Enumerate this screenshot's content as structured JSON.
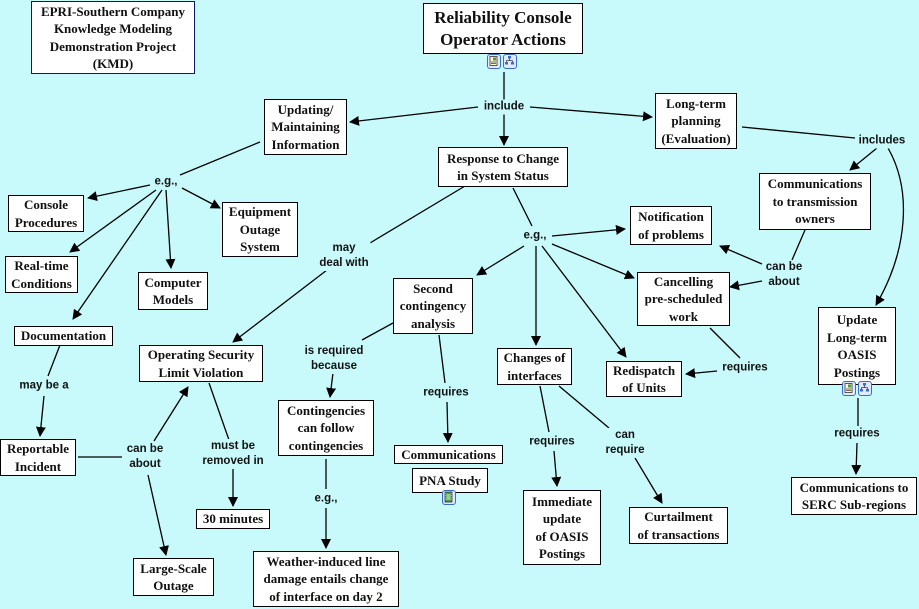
{
  "diagram": {
    "title": "Reliability Console Operator Actions",
    "colors": {
      "background": "#c8fafc",
      "node_fill": "#ffffff",
      "node_border": "#000000",
      "header_border": "#0a1a6e",
      "icon_border": "#3a6cc8"
    },
    "nodes": {
      "kmd": "EPRI-Southern Company\nKnowledge Modeling\nDemonstration Project\n(KMD)",
      "root": "Reliability Console\nOperator Actions",
      "updating": "Updating/\nMaintaining\nInformation",
      "longterm": "Long-term\nplanning\n(Evaluation)",
      "response": "Response to Change\nin System Status",
      "comm_owners": "Communications\nto transmission\nowners",
      "console_proc": "Console\nProcedures",
      "equipment": "Equipment\nOutage\nSystem",
      "realtime": "Real-time\nConditions",
      "computer": "Computer\nModels",
      "documentation": "Documentation",
      "notification": "Notification\nof problems",
      "cancelling": "Cancelling\npre-scheduled\nwork",
      "second": "Second\ncontingency\nanalysis",
      "opsec": "Operating Security\nLimit Violation",
      "update_oasis": "Update\nLong-term\nOASIS\nPostings",
      "changes": "Changes of\ninterfaces",
      "redispatch": "Redispatch\nof Units",
      "contingencies": "Contingencies\ncan follow\ncontingencies",
      "communications": "Communications",
      "pna": "PNA Study",
      "reportable": "Reportable\nIncident",
      "thirty": "30 minutes",
      "immediate": "Immediate\nupdate\nof OASIS\nPostings",
      "curtailment": "Curtailment\nof transactions",
      "serc": "Communications to\nSERC Sub-regions",
      "largescale": "Large-Scale\nOutage",
      "weather": "Weather-induced line\ndamage entails change\nof interface on day 2"
    },
    "links": {
      "include": "include",
      "includes": "includes",
      "eg_updating": "e.g.,",
      "eg_response": "e.g.,",
      "eg_contingencies": "e.g.,",
      "may_deal_with": "may\ndeal with",
      "can_be_about_1": "can be\nabout",
      "can_be_about_2": "can be\nabout",
      "may_be_a": "may be a",
      "is_required_because": "is required\nbecause",
      "requires_second": "requires",
      "requires_changes": "requires",
      "requires_cancelling": "requires",
      "requires_update": "requires",
      "can_require": "can\nrequire",
      "must_be_removed_in": "must be\nremoved in"
    },
    "icons": {
      "root": [
        "document-icon",
        "concept-map-icon"
      ],
      "update_oasis": [
        "document-icon",
        "concept-map-icon"
      ],
      "pna": [
        "video-icon"
      ]
    }
  }
}
